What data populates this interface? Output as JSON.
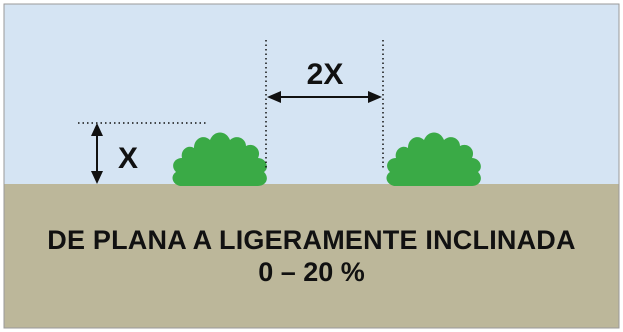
{
  "labels": {
    "height": "X",
    "spacing": "2X"
  },
  "caption": {
    "line1": "DE PLANA A LIGERAMENTE INCLINADA",
    "line2": "0 – 20 %"
  },
  "colors": {
    "sky": "#d5e4f3",
    "ground": "#bcb79a",
    "shrub": "#3aaa46",
    "line": "#111111",
    "text": "#111111"
  }
}
